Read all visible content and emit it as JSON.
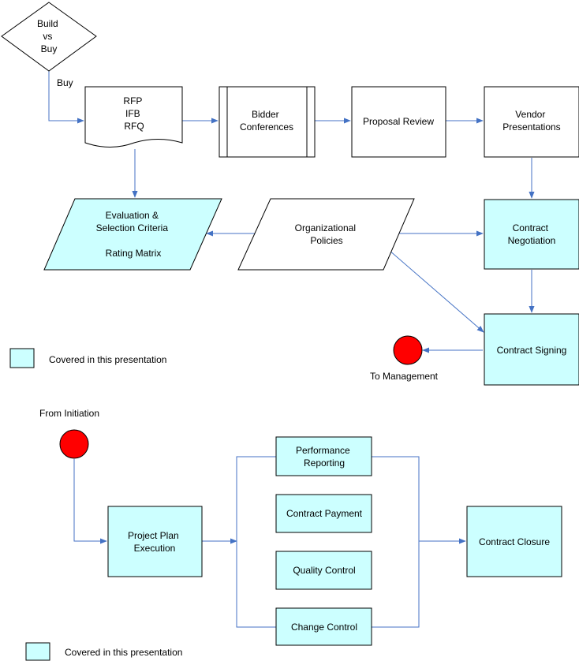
{
  "colors": {
    "highlight": "#ccffff",
    "plain": "#ffffff",
    "connector": "#4472c4",
    "endpoint": "#ff0000",
    "outline": "#000000"
  },
  "top_flow": {
    "decision": {
      "lines": [
        "Build",
        "vs",
        "Buy"
      ]
    },
    "buy_label": "Buy",
    "documents": {
      "lines": [
        "RFP",
        "IFB",
        "RFQ"
      ]
    },
    "bidder": {
      "lines": [
        "Bidder",
        "Conferences"
      ]
    },
    "proposal_review": {
      "lines": [
        "Proposal Review"
      ]
    },
    "vendor": {
      "lines": [
        "Vendor",
        "Presentations"
      ]
    },
    "evaluation": {
      "lines": [
        "Evaluation &",
        "Selection Criteria",
        "",
        "Rating Matrix"
      ]
    },
    "policies": {
      "lines": [
        "Organizational",
        "Policies"
      ]
    },
    "negotiation": {
      "lines": [
        "Contract",
        "Negotiation"
      ]
    },
    "signing": {
      "lines": [
        "Contract Signing"
      ]
    },
    "to_management": "To Management",
    "legend": "Covered in this presentation"
  },
  "bottom_flow": {
    "from_initiation": "From Initiation",
    "execution": {
      "lines": [
        "Project Plan",
        "Execution"
      ]
    },
    "performance": {
      "lines": [
        "Performance",
        "Reporting"
      ]
    },
    "payment": {
      "lines": [
        "Contract Payment"
      ]
    },
    "quality": {
      "lines": [
        "Quality Control"
      ]
    },
    "change": {
      "lines": [
        "Change Control"
      ]
    },
    "closure": {
      "lines": [
        "Contract Closure"
      ]
    },
    "legend": "Covered in this presentation"
  }
}
